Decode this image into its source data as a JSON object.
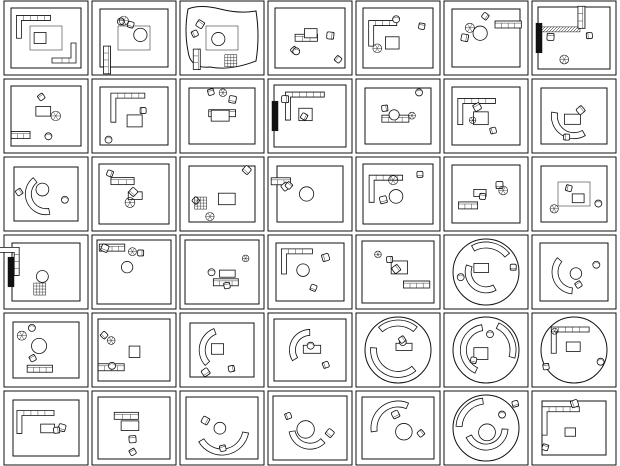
{
  "sheet": {
    "rows": 6,
    "cols": 7,
    "colors": {
      "ink": "#111111",
      "paper": "#ffffff"
    }
  },
  "plans": [
    {
      "shape": "rect",
      "items": [
        "l-sofa",
        "corner-sofa",
        "rug",
        "table"
      ]
    },
    {
      "shape": "rect",
      "items": [
        "rug",
        "sofa",
        "table",
        "armchair",
        "plant"
      ]
    },
    {
      "shape": "organic",
      "items": [
        "rug",
        "sofa",
        "table",
        "armchair",
        "grid-tile"
      ]
    },
    {
      "shape": "rect",
      "items": [
        "sofa",
        "armchair",
        "armchair",
        "table"
      ]
    },
    {
      "shape": "rect",
      "items": [
        "l-sofa",
        "table",
        "armchair",
        "plant"
      ]
    },
    {
      "shape": "rect",
      "items": [
        "sofa",
        "table",
        "armchair",
        "plant"
      ]
    },
    {
      "shape": "rect",
      "items": [
        "bar",
        "sofa",
        "armchair",
        "plant",
        "solid-block"
      ]
    },
    {
      "shape": "rect",
      "items": [
        "sofa",
        "table",
        "armchair",
        "plant"
      ]
    },
    {
      "shape": "rect",
      "items": [
        "l-sofa",
        "table",
        "armchair"
      ]
    },
    {
      "shape": "rect",
      "items": [
        "sofa",
        "table",
        "armchair",
        "plant"
      ]
    },
    {
      "shape": "rect",
      "items": [
        "l-sofa",
        "table",
        "armchair",
        "solid-block"
      ]
    },
    {
      "shape": "rect",
      "items": [
        "sofa",
        "table",
        "armchair",
        "plant"
      ]
    },
    {
      "shape": "rect",
      "items": [
        "l-sofa",
        "table",
        "armchair",
        "plant"
      ]
    },
    {
      "shape": "rect",
      "items": [
        "curved-sofa",
        "table",
        "armchair"
      ]
    },
    {
      "shape": "rect",
      "items": [
        "curved-sofa",
        "table",
        "armchair"
      ]
    },
    {
      "shape": "rect",
      "items": [
        "sofa",
        "table",
        "armchair",
        "plant"
      ]
    },
    {
      "shape": "rect",
      "items": [
        "table",
        "armchair",
        "plant",
        "grid-tile"
      ]
    },
    {
      "shape": "rect",
      "items": [
        "sofa",
        "table",
        "armchair"
      ]
    },
    {
      "shape": "rect",
      "items": [
        "l-sofa",
        "table",
        "armchair",
        "plant"
      ]
    },
    {
      "shape": "rect",
      "items": [
        "sofa",
        "table",
        "armchair",
        "plant"
      ]
    },
    {
      "shape": "rect",
      "items": [
        "table",
        "armchair",
        "plant",
        "rug"
      ]
    },
    {
      "shape": "rect",
      "items": [
        "solid-block",
        "l-sofa",
        "table",
        "grid-tile"
      ]
    },
    {
      "shape": "rect",
      "items": [
        "sofa",
        "table",
        "armchair",
        "plant"
      ]
    },
    {
      "shape": "rect",
      "items": [
        "sofa",
        "table",
        "armchair",
        "plant"
      ]
    },
    {
      "shape": "rect",
      "items": [
        "l-sofa",
        "table",
        "armchair"
      ]
    },
    {
      "shape": "rect",
      "items": [
        "sofa",
        "table",
        "armchair",
        "plant"
      ]
    },
    {
      "shape": "circle",
      "items": [
        "curved-sofa",
        "table",
        "armchair"
      ]
    },
    {
      "shape": "rect",
      "items": [
        "curved-sofa",
        "table",
        "armchair"
      ]
    },
    {
      "shape": "rect",
      "items": [
        "sofa",
        "table",
        "armchair",
        "plant"
      ]
    },
    {
      "shape": "rect",
      "items": [
        "sofa",
        "table",
        "armchair",
        "plant"
      ]
    },
    {
      "shape": "rect",
      "items": [
        "curved-sofa",
        "table",
        "armchair"
      ]
    },
    {
      "shape": "rect",
      "items": [
        "curved-sofa",
        "table",
        "armchair"
      ]
    },
    {
      "shape": "circle",
      "items": [
        "curved-sofa",
        "table",
        "armchair"
      ]
    },
    {
      "shape": "circle",
      "items": [
        "curved-sofa",
        "table",
        "armchair"
      ]
    },
    {
      "shape": "circle",
      "items": [
        "l-sofa",
        "table",
        "armchair",
        "plant"
      ]
    },
    {
      "shape": "rect",
      "items": [
        "l-sofa",
        "table",
        "armchair"
      ]
    },
    {
      "shape": "rect",
      "items": [
        "sofa",
        "table",
        "armchair"
      ]
    },
    {
      "shape": "rect",
      "items": [
        "curved-sofa",
        "table",
        "armchair"
      ]
    },
    {
      "shape": "rect",
      "items": [
        "curved-sofa",
        "table",
        "armchair"
      ]
    },
    {
      "shape": "rect",
      "items": [
        "curved-sofa",
        "table",
        "armchair"
      ]
    },
    {
      "shape": "circle",
      "items": [
        "curved-sofa",
        "table",
        "armchair"
      ]
    },
    {
      "shape": "rect",
      "items": [
        "l-sofa",
        "table",
        "armchair"
      ]
    }
  ]
}
